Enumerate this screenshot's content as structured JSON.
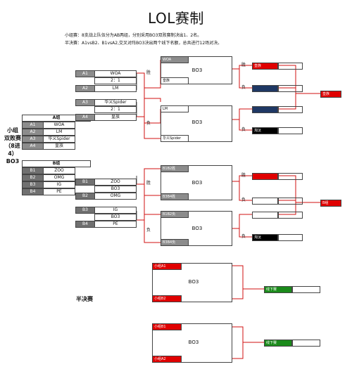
{
  "title": "LOL赛制",
  "intro": {
    "line1": "小组赛：8支战上队伍分为AB两组，分别采用BO3双败赛制决出1、2名。",
    "line2": "半决赛：A1vsB2、B1vsA2,交叉对阵BO3决出两个线下名额，总共进行12场对决。"
  },
  "side_label": [
    "小组",
    "双败赛",
    "（8进",
    "4）",
    "BO3"
  ],
  "semi_label": "半决赛",
  "group_a": {
    "header": "A组",
    "rows": [
      {
        "seed": "A1",
        "team": "WOA"
      },
      {
        "seed": "A2",
        "team": "LM"
      },
      {
        "seed": "A3",
        "team": "华义Spider"
      },
      {
        "seed": "A4",
        "team": "皇族"
      }
    ]
  },
  "group_b": {
    "header": "B组",
    "rows": [
      {
        "seed": "B1",
        "team": "ZOO"
      },
      {
        "seed": "B2",
        "team": "OMG"
      },
      {
        "seed": "B3",
        "team": "IG"
      },
      {
        "seed": "B4",
        "team": "PE"
      }
    ]
  },
  "a_matches": {
    "m1": {
      "top_seed": "A1",
      "top_team": "WOA",
      "score": "2：1",
      "bottom_seed": "A2",
      "bottom_team": "LM"
    },
    "m2": {
      "top_seed": "A3",
      "top_team": "华义Spider",
      "score": "2：1",
      "bottom_seed": "A4",
      "bottom_team": "皇族"
    }
  },
  "b_matches": {
    "m1": {
      "top_seed": "B1",
      "top_team": "ZOO",
      "score": "BO3",
      "bottom_seed": "B2",
      "bottom_team": "OMG"
    },
    "m2": {
      "top_seed": "B3",
      "top_team": "IG",
      "score": "BO3",
      "bottom_seed": "B4",
      "bottom_team": "PE"
    }
  },
  "labels": {
    "win": "胜",
    "lose": "负",
    "eliminated": "淘汰",
    "bo3": "BO3"
  },
  "a_winners": {
    "top": "WOA",
    "bottom": "皇族"
  },
  "a_losers": {
    "top": "LM",
    "bottom": "华义Spider"
  },
  "a_winner_out": "皇族",
  "a_final": "皇族",
  "b_winners": {
    "top": "B1B2胜",
    "bottom": "B3B4胜"
  },
  "b_losers": {
    "top": "B1B2负",
    "bottom": "B3B4负"
  },
  "b_final": "B组",
  "semis": [
    {
      "top": "小组A1",
      "bottom": "小组B2",
      "result": "线下赛"
    },
    {
      "top": "小组B1",
      "bottom": "小组A2",
      "result": "线下赛"
    }
  ],
  "colors": {
    "red": "#e00000",
    "navy": "#1f3864",
    "black": "#000000",
    "green": "#1a8a1a",
    "wire": "#d01010"
  }
}
